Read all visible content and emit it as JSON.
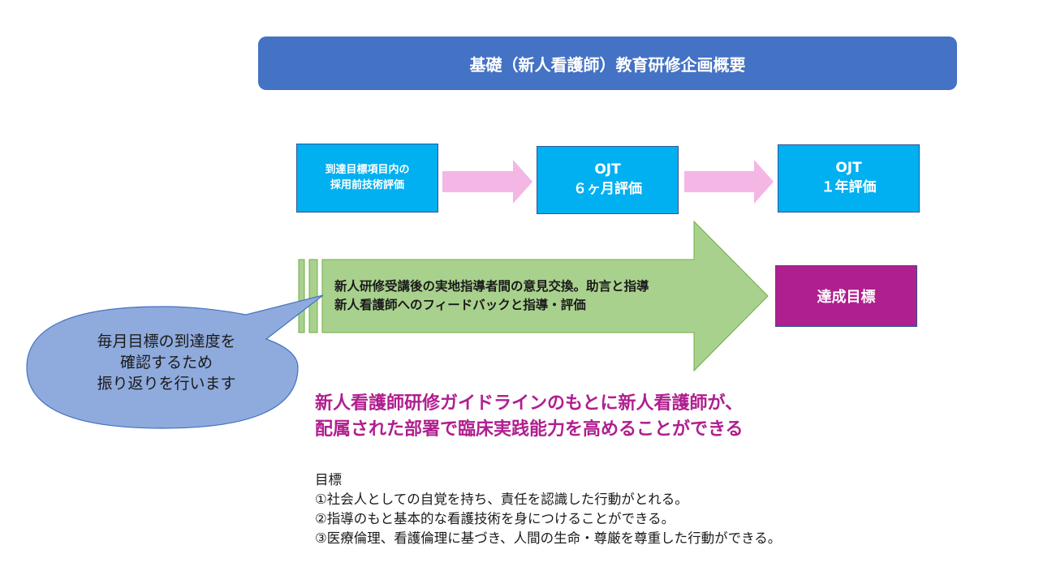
{
  "title": "基礎（新人看護師）教育研修企画概要",
  "steps": [
    {
      "line1": "到達目標項目内の",
      "line2": "採用前技術評価"
    },
    {
      "line1": "OJT",
      "line2": "６ヶ月評価"
    },
    {
      "line1": "OJT",
      "line2": "１年評価"
    }
  ],
  "arrow": {
    "line1": "新人研修受講後の実地指導者間の意見交換。助言と指導",
    "line2": "新人看護師へのフィードバックと指導・評価"
  },
  "goal_box": "達成目標",
  "bubble": {
    "line1": "毎月目標の到達度を",
    "line2": "確認するため",
    "line3": "振り返りを行います"
  },
  "headline": {
    "line1": "新人看護師研修ガイドラインのもとに新人看護師が、",
    "line2": "配属された部署で臨床実践能力を高めることができる"
  },
  "goals": {
    "heading": "目標",
    "items": [
      "①社会人としての自覚を持ち、責任を認識した行動がとれる。",
      "②指導のもと基本的な看護技術を身につけることができる。",
      "③医療倫理、看護倫理に基づき、人間の生命・尊厳を尊重した行動ができる。"
    ]
  },
  "colors": {
    "title_bg": "#4472c4",
    "step_bg": "#00b0f0",
    "chevron": "#f4b6e4",
    "big_arrow": "#a9d18e",
    "goal_bg": "#b01f8e",
    "headline": "#b01f8e",
    "bubble": "#8faadc"
  }
}
